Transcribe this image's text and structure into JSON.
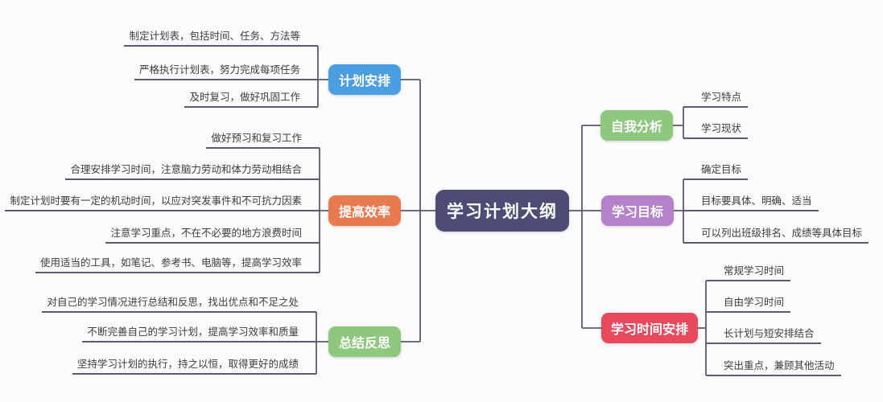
{
  "root": {
    "label": "学习计划大纲",
    "color": "#4C4C75"
  },
  "line_color": "#5A5A72",
  "background_color": "#FBFBFB",
  "left_branches": [
    {
      "label": "计划安排",
      "color": "#4B9FE0",
      "children": [
        "制定计划表，包括时间、任务、方法等",
        "严格执行计划表，努力完成每项任务",
        "及时复习，做好巩固工作"
      ]
    },
    {
      "label": "提高效率",
      "color": "#E87A4F",
      "children": [
        "做好预习和复习工作",
        "合理安排学习时间，注意脑力劳动和体力劳动相结合",
        "制定计划时要有一定的机动时间，以应对突发事件和不可抗力因素",
        "注意学习重点，不在不必要的地方浪费时间",
        "使用适当的工具，如笔记、参考书、电脑等，提高学习效率"
      ]
    },
    {
      "label": "总结反思",
      "color": "#8DC87E",
      "children": [
        "对自己的学习情况进行总结和反思，找出优点和不足之处",
        "不断完善自己的学习计划，提高学习效率和质量",
        "坚持学习计划的执行，持之以恒，取得更好的成绩"
      ]
    }
  ],
  "right_branches": [
    {
      "label": "自我分析",
      "color": "#8DC87E",
      "children": [
        "学习特点",
        "学习现状"
      ]
    },
    {
      "label": "学习目标",
      "color": "#B581C8",
      "children": [
        "确定目标",
        "目标要具体、明确、适当",
        "可以列出班级排名、成绩等具体目标"
      ]
    },
    {
      "label": "学习时间安排",
      "color": "#E8495C",
      "children": [
        "常规学习时间",
        "自由学习时间",
        "长计划与短安排结合",
        "突出重点，兼顾其他活动"
      ]
    }
  ]
}
